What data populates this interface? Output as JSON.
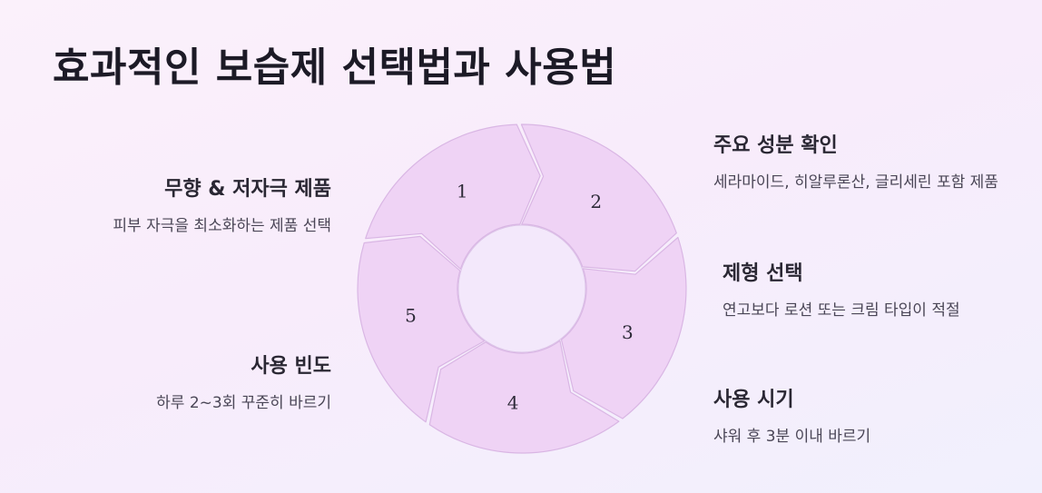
{
  "title": "효과적인 보습제 선택법과 사용법",
  "steps": [
    {
      "number": "1",
      "title": "무향 & 저자극 제품",
      "desc": "피부 자극을 최소화하는 제품 선택"
    },
    {
      "number": "2",
      "title": "주요 성분 확인",
      "desc": "세라마이드, 히알루론산, 글리세린 포함 제품"
    },
    {
      "number": "3",
      "title": "제형 선택",
      "desc": "연고보다 로션 또는 크림 타입이 적절"
    },
    {
      "number": "4",
      "title": "사용 시기",
      "desc": "샤워 후 3분 이내 바르기"
    },
    {
      "number": "5",
      "title": "사용 빈도",
      "desc": "하루 2~3회 꾸준히 바르기"
    }
  ],
  "colors": {
    "segment_fill": "#efd3f5",
    "segment_stroke": "#d9b6e4",
    "center_fill": "#f3e8fb"
  }
}
